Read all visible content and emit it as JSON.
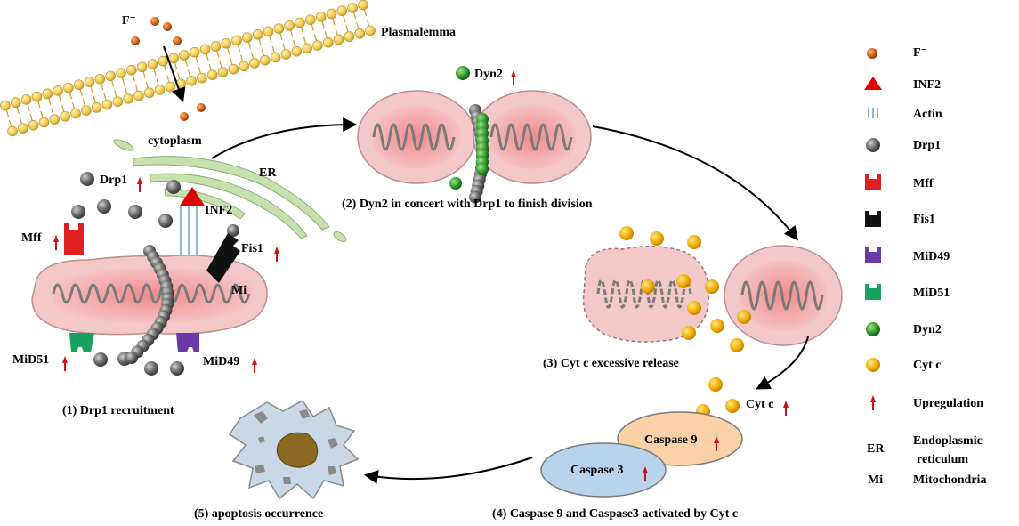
{
  "labels": {
    "fluoride": "F⁻",
    "plasmalemma": "Plasmalemma",
    "cytoplasm": "cytoplasm",
    "er": "ER",
    "drp1": "Drp1",
    "inf2": "INF2",
    "mff": "Mff",
    "fis1": "Fis1",
    "mi": "Mi",
    "mid51": "MiD51",
    "mid49": "MiD49",
    "dyn2": "Dyn2",
    "cytc": "Cyt c",
    "caspase9": "Caspase 9",
    "caspase3": "Caspase 3"
  },
  "captions": {
    "step1": "(1) Drp1 recruitment",
    "step2": "(2) Dyn2 in concert with Drp1 to finish division",
    "step3": "(3) Cyt c excessive release",
    "step4": "(4) Caspase 9 and Caspase3 activated by Cyt c",
    "step5": "(5) apoptosis occurrence"
  },
  "legend": [
    {
      "symbol": "fluoride-ion",
      "label": "F⁻"
    },
    {
      "symbol": "inf2-triangle",
      "label": "INF2"
    },
    {
      "symbol": "actin-lines",
      "label": "Actin"
    },
    {
      "symbol": "drp1-ball",
      "label": "Drp1"
    },
    {
      "symbol": "mff-receptor",
      "label": "Mff"
    },
    {
      "symbol": "fis1-receptor",
      "label": "Fis1"
    },
    {
      "symbol": "mid49-receptor",
      "label": "MiD49"
    },
    {
      "symbol": "mid51-receptor",
      "label": "MiD51"
    },
    {
      "symbol": "dyn2-ball",
      "label": "Dyn2"
    },
    {
      "symbol": "cytc-ball",
      "label": "Cyt c"
    },
    {
      "symbol": "upregulation-arrow",
      "label": "Upregulation"
    }
  ],
  "abbreviations": [
    {
      "abbr": "ER",
      "line1": "Endoplasmic",
      "line2": "reticulum"
    },
    {
      "abbr": "Mi",
      "line1": "Mitochondria",
      "line2": ""
    }
  ],
  "colors": {
    "fluoride": "#d2691e",
    "inf2": "#e00000",
    "actin": "#6aa0c8",
    "drp1": "#707070",
    "mff": "#e02020",
    "fis1": "#111111",
    "mid49": "#6a3aa8",
    "mid51": "#1aa060",
    "dyn2": "#2e9a2e",
    "cytc": "#f0b000",
    "upregulation": "#d01010",
    "membrane": "#f3d070",
    "er": "#c6e0b0",
    "mitochondrion": "#f2c8c8",
    "caspase9": "#fbd2a8",
    "caspase3": "#b8d4ec"
  }
}
